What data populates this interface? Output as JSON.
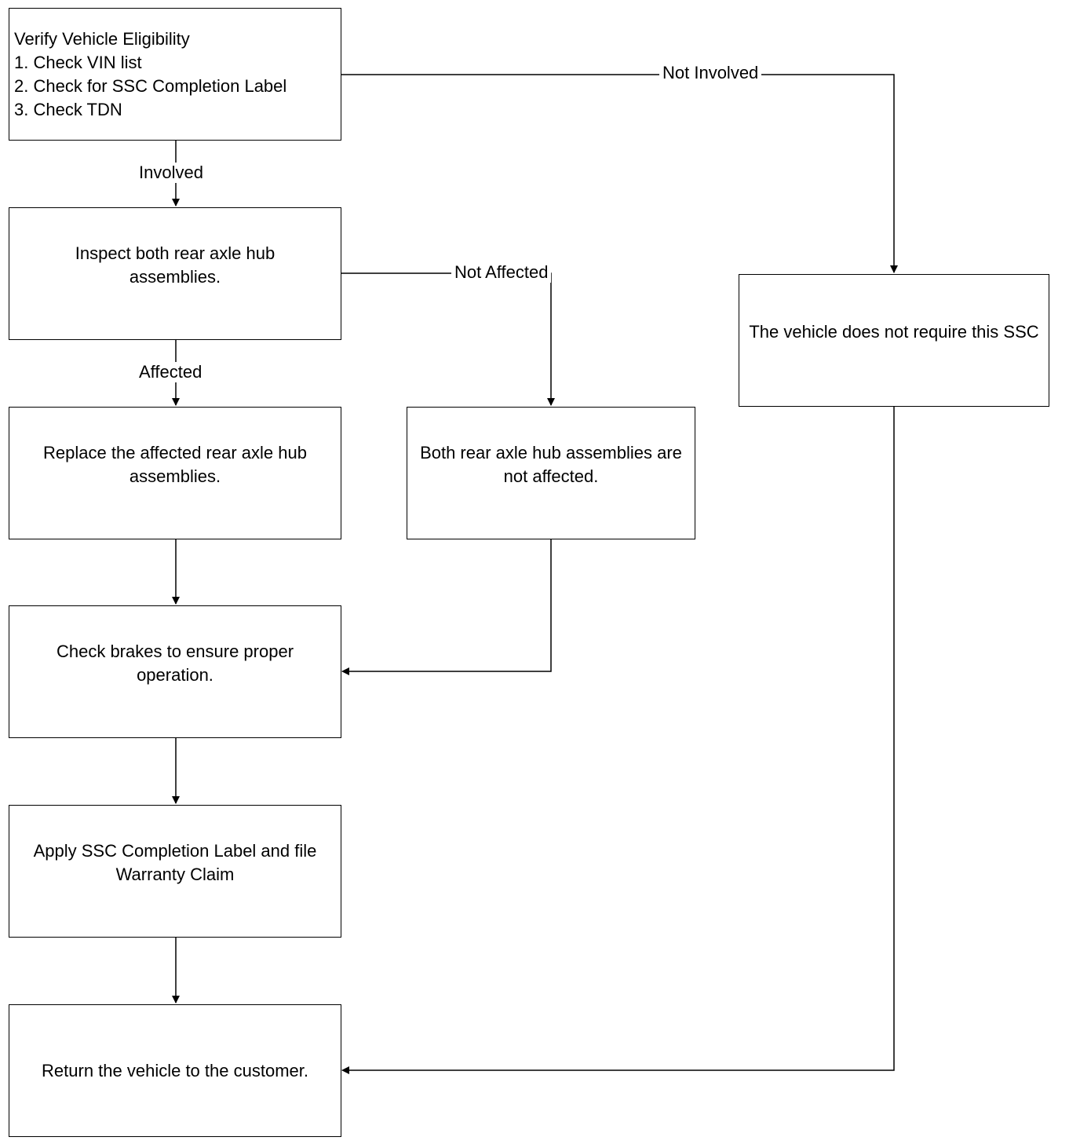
{
  "boxes": {
    "verify": "Verify Vehicle Eligibility\n1. Check VIN list\n2. Check for SSC Completion Label\n3. Check TDN",
    "inspect": "Inspect both rear axle hub assemblies.",
    "replace": "Replace the affected rear axle hub assemblies.",
    "not_affected_result": "Both rear axle hub assemblies are not affected.",
    "not_required": "The vehicle does not require this SSC",
    "check_brakes": "Check brakes to ensure proper operation.",
    "apply_label": "Apply SSC Completion Label and file Warranty Claim",
    "return_vehicle": "Return the vehicle to the customer."
  },
  "edge_labels": {
    "involved": "Involved",
    "not_involved": "Not Involved",
    "affected": "Affected",
    "not_affected": "Not Affected"
  }
}
